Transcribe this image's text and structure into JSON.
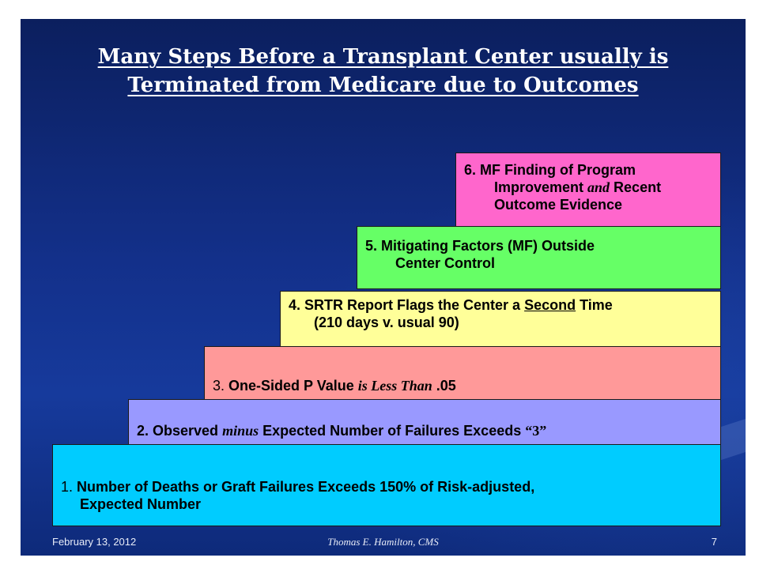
{
  "title": {
    "line1": "Many Steps Before a Transplant Center usually is",
    "line2": "Terminated from Medicare due to Outcomes"
  },
  "steps": {
    "s6": {
      "num": "6.",
      "a": "MF Finding of Program",
      "b1": "Improvement ",
      "b2": "and",
      "b3": " Recent",
      "c": "Outcome Evidence",
      "color": "#ff66cc"
    },
    "s5": {
      "num": "5.",
      "a": "Mitigating Factors (MF) Outside",
      "b": "Center Control",
      "color": "#66ff66"
    },
    "s4": {
      "num": "4.",
      "a1": "SRTR Report Flags the Center a ",
      "a2": "Second",
      "a3": " Time",
      "b": "(210 days v. usual 90)",
      "color": "#ffff99"
    },
    "s3": {
      "num": "3.",
      "a1": " One-Sided P Value ",
      "a2": "is Less Than",
      "a3": " .05",
      "color": "#ff9999"
    },
    "s2": {
      "num": "2.",
      "a1": " Observed ",
      "a2": "minus",
      "a3": " Expected Number of Failures Exceeds ",
      "a4": "“3”",
      "color": "#9999ff"
    },
    "s1": {
      "num": "1.",
      "a": " Number of Deaths or Graft Failures Exceeds 150% of Risk-adjusted,",
      "b": "Expected Number",
      "color": "#00ccff"
    }
  },
  "footer": {
    "date": "February 13, 2012",
    "author": "Thomas E. Hamilton, CMS",
    "page": "7"
  }
}
